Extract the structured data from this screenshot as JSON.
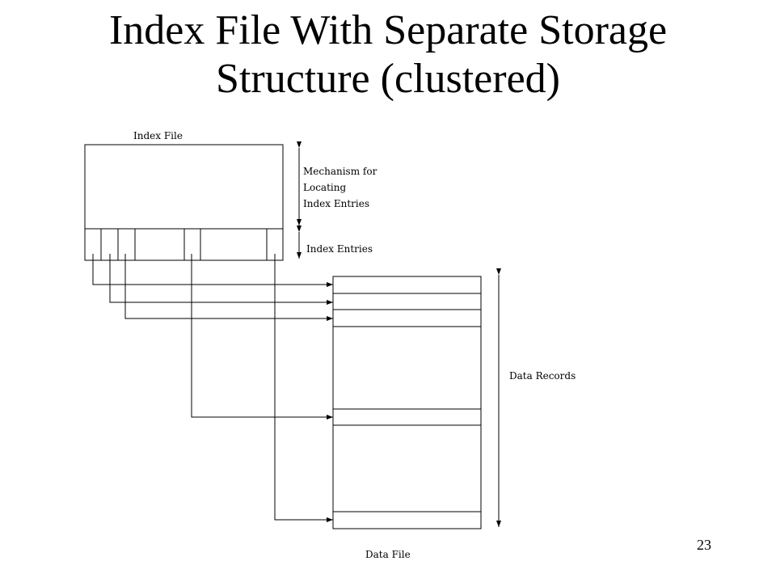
{
  "slide": {
    "title_line1": "Index File With Separate Storage",
    "title_line2": "Structure (clustered)",
    "page_number": "23"
  },
  "diagram": {
    "index_file_label": "Index File",
    "mechanism_label": [
      "Mechanism for",
      "Locating",
      "Index Entries"
    ],
    "index_entries_label": "Index Entries",
    "data_records_label": "Data Records",
    "data_file_label": "Data File"
  }
}
